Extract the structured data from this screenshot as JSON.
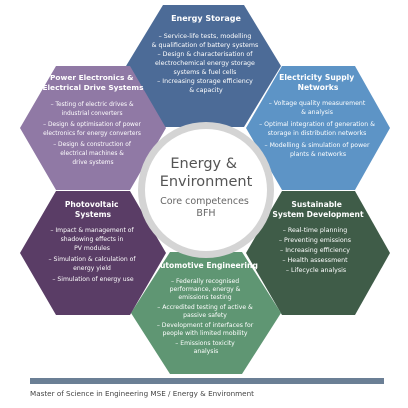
{
  "center": {
    "title_lines": [
      "Energy &",
      "Environment"
    ],
    "subtitle_lines": [
      "Core competences",
      "BFH"
    ]
  },
  "hexagons": [
    {
      "id": "energy-storage",
      "color": "#4c6b97",
      "title": [
        "Energy Storage"
      ],
      "items": [
        "– Service-life tests, modelling",
        "& qualification of battery systems",
        "– Design & characterisation of",
        "electrochemical energy storage",
        "systems & fuel cells",
        "– Increasing storage efficiency",
        "& capacity"
      ]
    },
    {
      "id": "electricity-supply",
      "color": "#5d94c6",
      "title": [
        "Electricity Supply",
        "Networks"
      ],
      "items": [
        "– Voltage quality measurement",
        "& analysis",
        "– Optimal integration of generation &",
        "storage in distribution networks",
        "– Modelling & simulation of power",
        "plants & networks"
      ]
    },
    {
      "id": "sustainable-development",
      "color": "#3f5c48",
      "title": [
        "Sustainable",
        "System Development"
      ],
      "items": [
        "– Real-time planning",
        "– Preventing emissions",
        "– Increasing efficiency",
        "– Health assessment",
        "– Lifecycle analysis"
      ]
    },
    {
      "id": "automotive-engineering",
      "color": "#5f9673",
      "title": [
        "Automotive Engineering"
      ],
      "items": [
        "– Federally recognised",
        "performance, energy &",
        "emissions testing",
        "– Accredited testing of active &",
        "passive safety",
        "– Development of interfaces for",
        "people with limited mobility",
        "– Emissions toxicity",
        "analysis"
      ]
    },
    {
      "id": "photovoltaic-systems",
      "color": "#5a3d66",
      "title": [
        "Photovoltaic",
        "Systems"
      ],
      "items": [
        "– Impact & management of",
        "shadowing effects in",
        "PV modules",
        "– Simulation & calculation of",
        "energy yield",
        "– Simulation of energy use"
      ]
    },
    {
      "id": "power-electronics",
      "color": "#9079a5",
      "title": [
        "Power Electronics &",
        "Electrical Drive Systems"
      ],
      "items": [
        "– Testing of electric drives &",
        "industrial converters",
        "– Design & optimisation of power",
        "electronics for energy converters",
        "– Design & construction of",
        "electrical machines &",
        "drive systems"
      ]
    }
  ],
  "footer": {
    "text": "Master of Science in Engineering MSE / Energy & Environment",
    "bar_color": "#6b7f95"
  }
}
